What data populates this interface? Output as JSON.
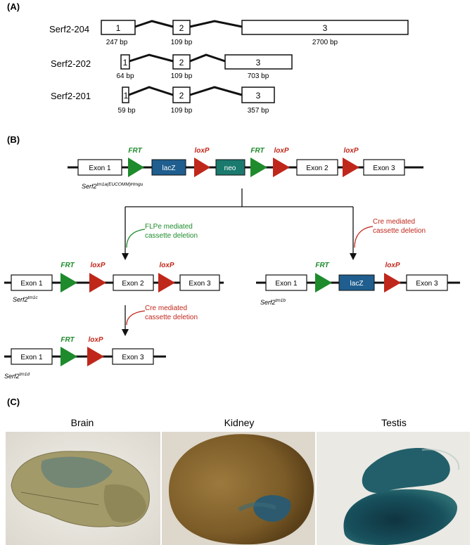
{
  "colors": {
    "frt": "#1e8b2c",
    "loxp": "#c0271b",
    "lacz": "#1f5e8f",
    "neo": "#1a7a6e",
    "annotation_green": "#1e8b2c",
    "annotation_red": "#c0271b"
  },
  "panel_a": {
    "label": "(A)",
    "transcripts": [
      {
        "name": "Serf2-204",
        "exons": [
          {
            "n": "1",
            "bp": "247 bp"
          },
          {
            "n": "2",
            "bp": "109 bp"
          },
          {
            "n": "3",
            "bp": "2700 bp"
          }
        ]
      },
      {
        "name": "Serf2-202",
        "exons": [
          {
            "n": "1",
            "bp": "64 bp"
          },
          {
            "n": "2",
            "bp": "109 bp"
          },
          {
            "n": "3",
            "bp": "703 bp"
          }
        ]
      },
      {
        "name": "Serf2-201",
        "exons": [
          {
            "n": "1",
            "bp": "59 bp"
          },
          {
            "n": "2",
            "bp": "109 bp"
          },
          {
            "n": "3",
            "bp": "357 bp"
          }
        ]
      }
    ]
  },
  "panel_b": {
    "label": "(B)",
    "exon1": "Exon 1",
    "exon2": "Exon 2",
    "exon3": "Exon 3",
    "lacz": "lacZ",
    "neo": "neo",
    "frt": "FRT",
    "loxp": "loxP",
    "allele_tm1a": {
      "base": "Serf2",
      "sup": "tm1a(EUCOMM)Hmgu"
    },
    "allele_tm1c": {
      "base": "Serf2",
      "sup": "tm1c"
    },
    "allele_tm1b": {
      "base": "Serf2",
      "sup": "tm1b"
    },
    "allele_tm1d": {
      "base": "Serf2",
      "sup": "tm1d"
    },
    "flpe_line1": "FLPe mediated",
    "flpe_line2": "cassette deletion",
    "cre_line1": "Cre mediated",
    "cre_line2": "cassette deletion"
  },
  "panel_c": {
    "label": "(C)",
    "tissues": [
      "Brain",
      "Kidney",
      "Testis"
    ]
  }
}
